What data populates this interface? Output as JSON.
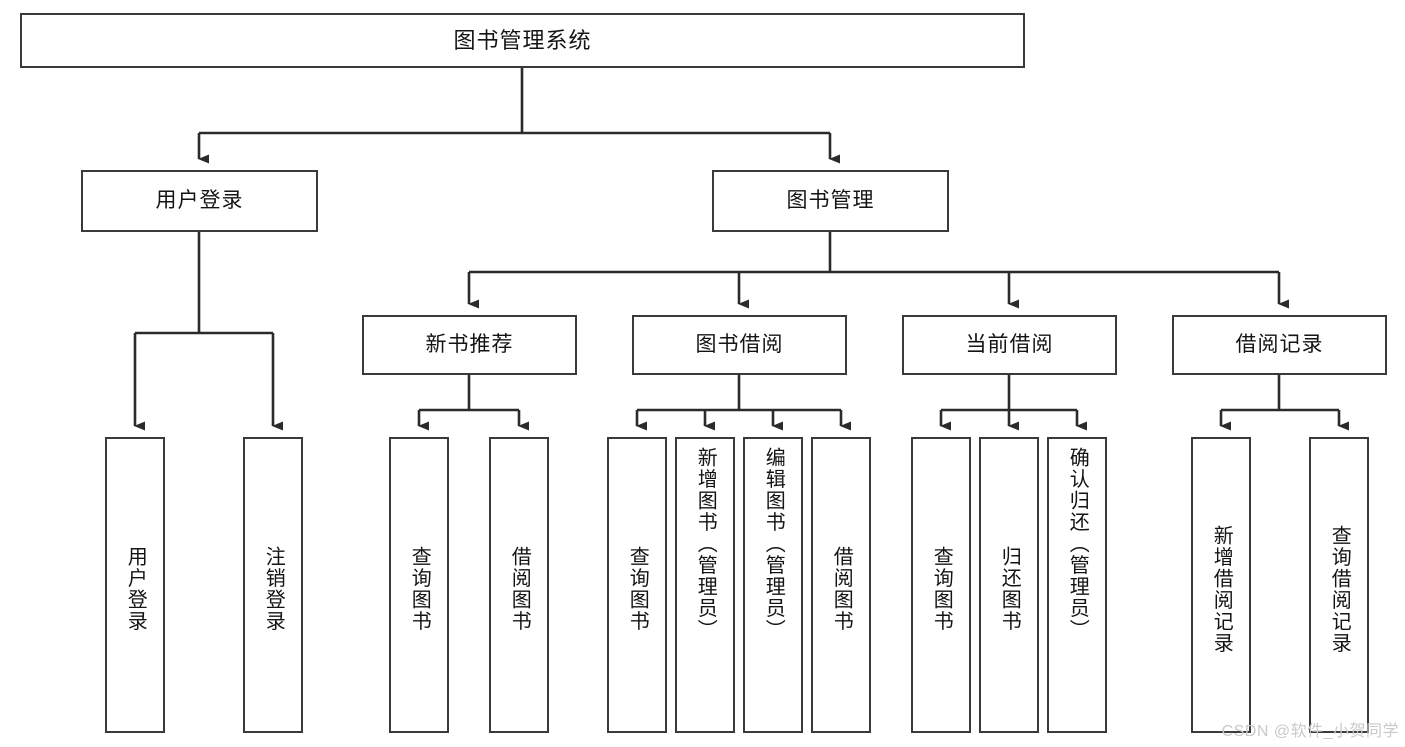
{
  "diagram": {
    "title": "图书管理系统",
    "type": "tree-hierarchy",
    "root": {
      "label": "图书管理系统"
    },
    "level2": [
      {
        "label": "用户登录"
      },
      {
        "label": "图书管理"
      }
    ],
    "level3": [
      {
        "label": "新书推荐"
      },
      {
        "label": "图书借阅"
      },
      {
        "label": "当前借阅"
      },
      {
        "label": "借阅记录"
      }
    ],
    "leaves": {
      "user_login": [
        {
          "label": "用户登录"
        },
        {
          "label": "注销登录"
        }
      ],
      "new_book_recommend": [
        {
          "label": "查询图书"
        },
        {
          "label": "借阅图书"
        }
      ],
      "book_borrow": [
        {
          "label": "查询图书"
        },
        {
          "label": "新增图书（管理员）"
        },
        {
          "label": "编辑图书（管理员）"
        },
        {
          "label": "借阅图书"
        }
      ],
      "current_borrow": [
        {
          "label": "查询图书"
        },
        {
          "label": "归还图书"
        },
        {
          "label": "确认归还（管理员）"
        }
      ],
      "borrow_record": [
        {
          "label": "新增借阅记录"
        },
        {
          "label": "查询借阅记录"
        }
      ]
    }
  },
  "watermark": {
    "text": "CSDN @软件_小贺同学"
  },
  "colors": {
    "border": "#3a3a3a",
    "text": "#141414",
    "background": "#ffffff",
    "watermark": "#c9c9c9"
  }
}
